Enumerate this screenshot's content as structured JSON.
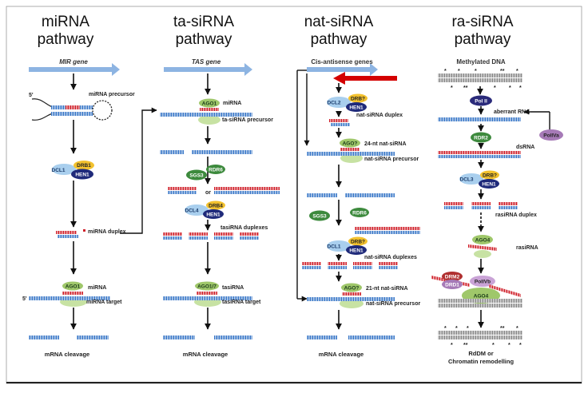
{
  "headers": {
    "mirna": [
      "miRNA",
      "pathway"
    ],
    "tasirna": [
      "ta-siRNA",
      "pathway"
    ],
    "natsirna": [
      "nat-siRNA",
      "pathway"
    ],
    "rasirna": [
      "ra-siRNA",
      "pathway"
    ]
  },
  "genes": {
    "mir": "MIR gene",
    "tas": "TAS gene",
    "cis": "Cis-antisense genes",
    "meth": "Methylated DNA"
  },
  "mirna": {
    "precursor": "miRNA precursor",
    "five_prime": "5'",
    "five_prime_target": "5'",
    "duplex": "miRNA duplex",
    "mirna": "miRNA",
    "target": "miRNA target",
    "cleavage": "mRNA cleavage"
  },
  "tasirna": {
    "mirna": "miRNA",
    "precursor": "ta-siRNA precursor",
    "or": "or",
    "duplexes": "tasiRNA duplexes",
    "tasirna": "tasiRNA",
    "target": "tasiRNA target",
    "cleavage": "mRNA cleavage"
  },
  "natsirna": {
    "duplex": "nat-siRNA duplex",
    "nt24": "24-nt nat-siRNA",
    "precursor": "nat-siRNA precursor",
    "duplexes": "nat-siRNA duplexes",
    "nt21": "21-nt nat-siRNA",
    "precursor2": "nat-siRNA precursor",
    "cleavage": "mRNA cleavage"
  },
  "rasirna": {
    "aberrant": "aberrant RNA",
    "dsrna": "dsRNA",
    "duplex": "rasiRNA duplex",
    "rasirna": "rasiRNA",
    "outcome": [
      "RdDM or",
      "Chromatin remodelling"
    ]
  },
  "proteins": {
    "DCL1": "DCL1",
    "DRB1": "DRB1",
    "HEN1": "HEN1",
    "AGO1": "AGO1",
    "AGO17": "AGO1/7",
    "SGS3": "SGS3",
    "RDR6": "RDR6",
    "DRB4": "DRB4",
    "DCL4": "DCL4",
    "DCL2": "DCL2",
    "DRB7": "DRB?",
    "AGO7": "AGO?",
    "POLII": "Pol II",
    "RDR2": "RDR2",
    "POLIVA": "PolIVa",
    "DCL3": "DCL3",
    "AGO4": "AGO4",
    "DRM2": "DRM2",
    "DRD1": "DRD1",
    "POLIVB": "PolIVb"
  },
  "colors": {
    "gene_arrow": "#8db4e2",
    "antisense_arrow": "#d40000",
    "rna_strand": "#3a78c8",
    "sirna_strand": "#d0202a",
    "dcl": "#a9cfee",
    "drb": "#f2c12e",
    "hen1": "#1f2a7a",
    "ago": "#9fc76a",
    "rdr": "#3d8a3d",
    "pol": "#2a2a7a",
    "polv": "#a67ab7",
    "drm": "#b03030"
  }
}
